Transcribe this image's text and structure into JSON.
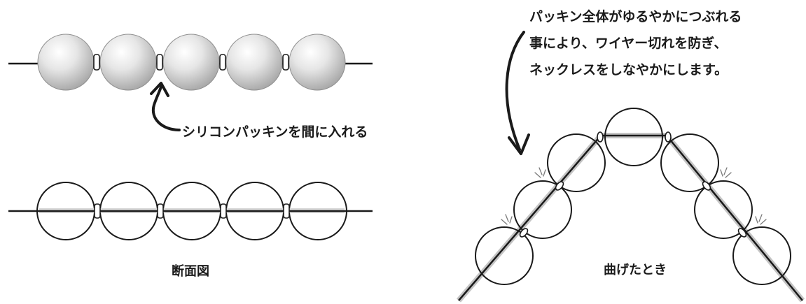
{
  "labels": {
    "packing_insert": "シリコンパッキンを間に入れる",
    "cross_section": "断面図",
    "when_bent": "曲げたとき",
    "note_lines": [
      "パッキン全体がゆるやかにつぶれる",
      "事により、ワイヤー切れを防ぎ、",
      "ネックレスをしなやかにします。"
    ]
  },
  "colors": {
    "ink": "#1a1a1a",
    "pearl_light": "#f4f4f4",
    "pearl_dark": "#b9b9b9",
    "wire_highlight": "#bdbdbd"
  },
  "counts": {
    "beads_per_row": 5,
    "beads_bent": 7
  }
}
